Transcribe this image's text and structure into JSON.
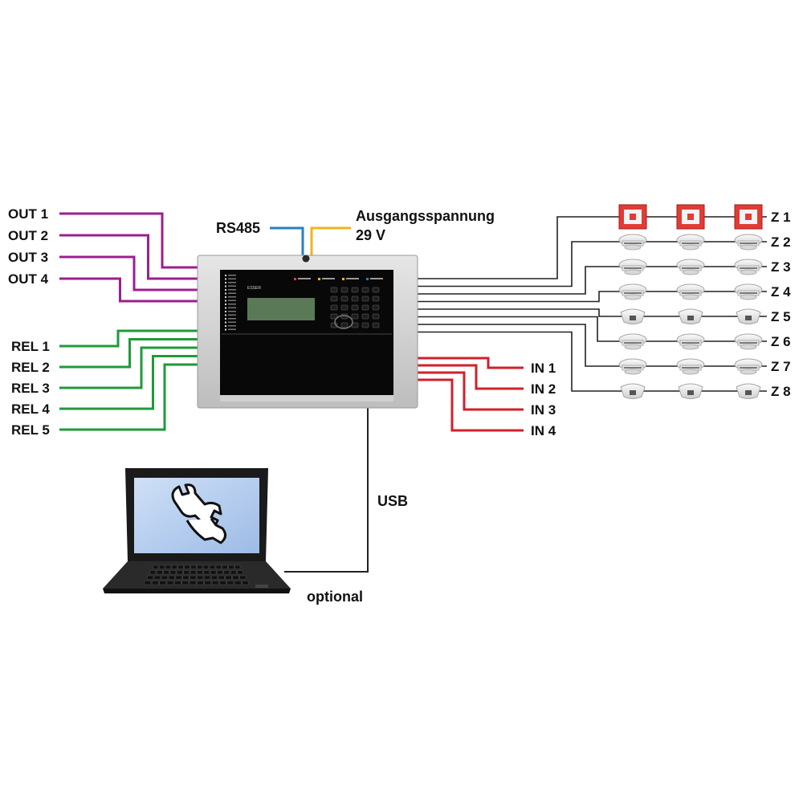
{
  "colors": {
    "outputs": "#9b1f8f",
    "relays": "#1e9a3a",
    "inputs": "#d0202a",
    "rs485": "#2a7fc1",
    "supply": "#f0b41c",
    "zones": "#222222",
    "usb": "#222222"
  },
  "outputs": [
    "OUT 1",
    "OUT 2",
    "OUT 3",
    "OUT 4"
  ],
  "relays": [
    "REL 1",
    "REL 2",
    "REL 3",
    "REL 4",
    "REL 5"
  ],
  "inputs": [
    "IN 1",
    "IN 2",
    "IN 3",
    "IN 4"
  ],
  "zones": [
    {
      "label": "Z 1",
      "device": "manual-call-point"
    },
    {
      "label": "Z 2",
      "device": "smoke-detector"
    },
    {
      "label": "Z 3",
      "device": "smoke-detector"
    },
    {
      "label": "Z 4",
      "device": "smoke-detector"
    },
    {
      "label": "Z 5",
      "device": "heat-detector"
    },
    {
      "label": "Z 6",
      "device": "smoke-detector"
    },
    {
      "label": "Z 7",
      "device": "smoke-detector"
    },
    {
      "label": "Z 8",
      "device": "heat-detector"
    }
  ],
  "top": {
    "rs485": "RS485",
    "supply_line1": "Ausgangsspannung",
    "supply_line2": "29 V"
  },
  "usb": {
    "label": "USB",
    "optional": "optional"
  },
  "panel": {
    "brand": "ESSER",
    "device_name": "fire-alarm-control-panel"
  },
  "laptop": {
    "device_name": "laptop",
    "screen_icon": "tools-hand-icon"
  }
}
